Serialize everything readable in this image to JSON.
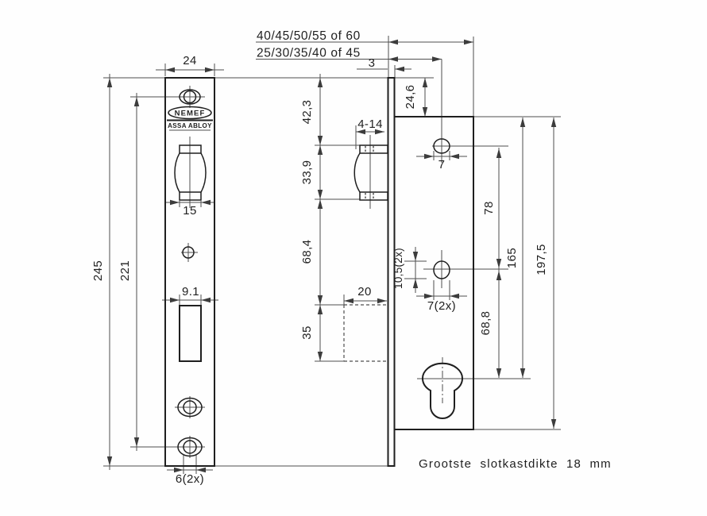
{
  "brand": {
    "name": "NEMEF",
    "group": "ASSA ABLOY"
  },
  "note": "Grootste slotkastdikte 18 mm",
  "backset": {
    "top": "40/45/50/55 of 60",
    "bottom": "25/30/35/40 of 45",
    "plate_thickness": "3"
  },
  "front": {
    "plate_width": "24",
    "plate_height": "245",
    "screw_spacing": "221",
    "follower_width": "15",
    "bolt_slot_width": "9.1",
    "screw_slot": "6(2x)"
  },
  "side": {
    "top_to_follower": "42,3",
    "follower_height": "33,9",
    "follower_to_bolt": "68,4",
    "bolt_height": "35",
    "follower_depth": "4-14",
    "bolt_depth": "20",
    "case_top_offset": "24,6",
    "top_hole_dia": "7",
    "mid_hole_height": "10,5(2x)",
    "mid_hole_dia": "7(2x)",
    "hole_spacing": "78",
    "mid_to_cyl": "68,8",
    "case_to_cyl": "165",
    "case_height": "197,5"
  }
}
